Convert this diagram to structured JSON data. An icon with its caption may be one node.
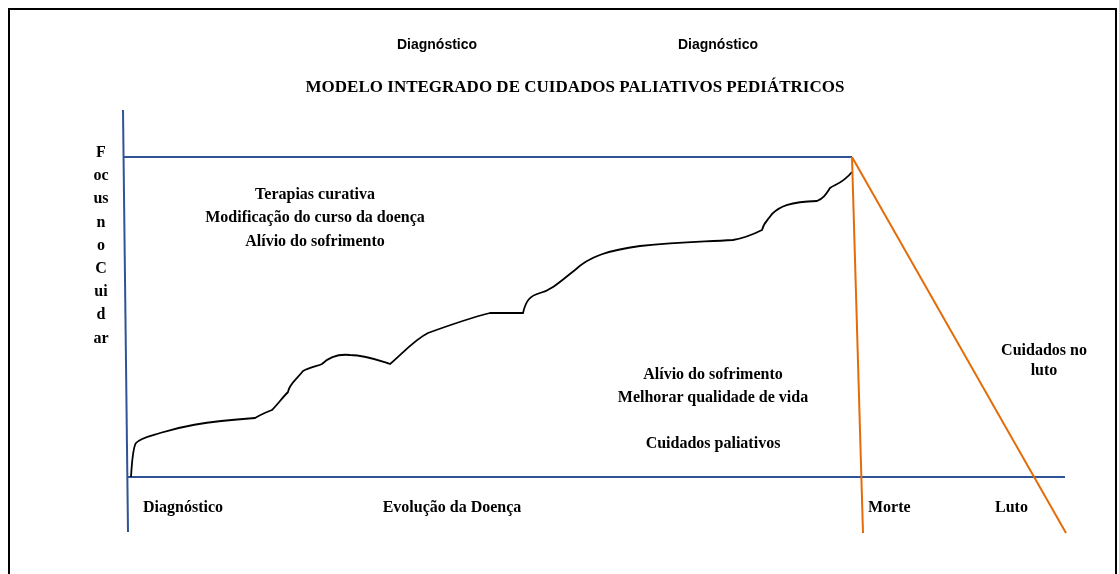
{
  "diagram": {
    "title": "MODELO INTEGRADO DE CUIDADOS PALIATIVOS PEDIÁTRICOS",
    "labels": [
      "Diagnóstico",
      "Diagnóstico",
      "Focus no Cuidar",
      "Terapias curativa",
      "Modificação do curso da doença",
      "Alívio do sofrimento",
      "Alívio do sofrimento",
      "Melhorar qualidade de vida",
      "Cuidados paliativos",
      "Cuidados no luto",
      "Diagnóstico",
      "Evolução da Doença",
      "Morte",
      "Luto"
    ]
  }
}
